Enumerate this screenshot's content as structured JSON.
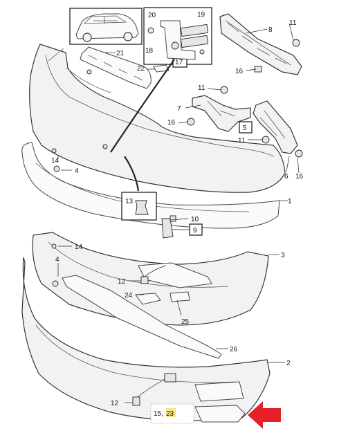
{
  "diagram": {
    "callouts": [
      {
        "id": "c1",
        "label": "1"
      },
      {
        "id": "c2",
        "label": "2"
      },
      {
        "id": "c3",
        "label": "3"
      },
      {
        "id": "c4a",
        "label": "4"
      },
      {
        "id": "c4b",
        "label": "4"
      },
      {
        "id": "c5",
        "label": "5"
      },
      {
        "id": "c6",
        "label": "6"
      },
      {
        "id": "c7",
        "label": "7"
      },
      {
        "id": "c8",
        "label": "8"
      },
      {
        "id": "c9",
        "label": "9"
      },
      {
        "id": "c10",
        "label": "10"
      },
      {
        "id": "c11a",
        "label": "11"
      },
      {
        "id": "c11b",
        "label": "11"
      },
      {
        "id": "c11c",
        "label": "11"
      },
      {
        "id": "c12a",
        "label": "12"
      },
      {
        "id": "c12b",
        "label": "12"
      },
      {
        "id": "c13",
        "label": "13"
      },
      {
        "id": "c14a",
        "label": "14"
      },
      {
        "id": "c14b",
        "label": "14"
      },
      {
        "id": "c16a",
        "label": "16"
      },
      {
        "id": "c16b",
        "label": "16"
      },
      {
        "id": "c16c",
        "label": "16"
      },
      {
        "id": "c17",
        "label": "17"
      },
      {
        "id": "c18",
        "label": "18"
      },
      {
        "id": "c19",
        "label": "19"
      },
      {
        "id": "c20",
        "label": "20"
      },
      {
        "id": "c21",
        "label": "21"
      },
      {
        "id": "c22",
        "label": "22"
      },
      {
        "id": "c24",
        "label": "24"
      },
      {
        "id": "c25",
        "label": "25"
      },
      {
        "id": "c26",
        "label": "26"
      }
    ],
    "highlight": {
      "prefix": "15, ",
      "part": "23",
      "highlight_color": "#f6e58a",
      "arrow_color": "#e8202a"
    }
  }
}
